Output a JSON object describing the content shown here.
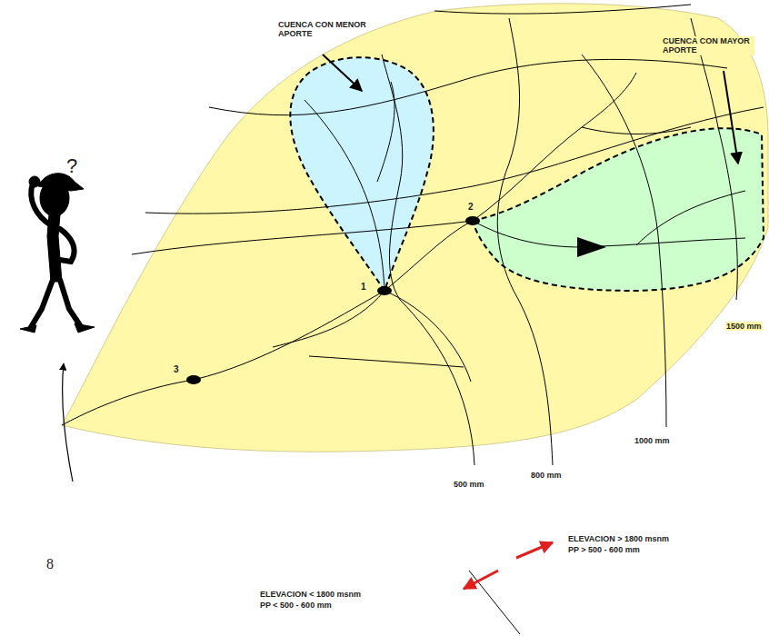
{
  "diagram": {
    "labels": [
      "CUENCA CON MENOR APORTE",
      "CUENCA CON MAYOR APORTE",
      "?",
      "2",
      "1",
      "3",
      "1500 mm",
      "1000 mm",
      "800 mm",
      "500 mm",
      "ELEVACION < 1800 msnm",
      "PP < 500 - 600 mm",
      "ELEVACION > 1800 msnm",
      "PP > 500 - 600 mm",
      "8"
    ]
  }
}
